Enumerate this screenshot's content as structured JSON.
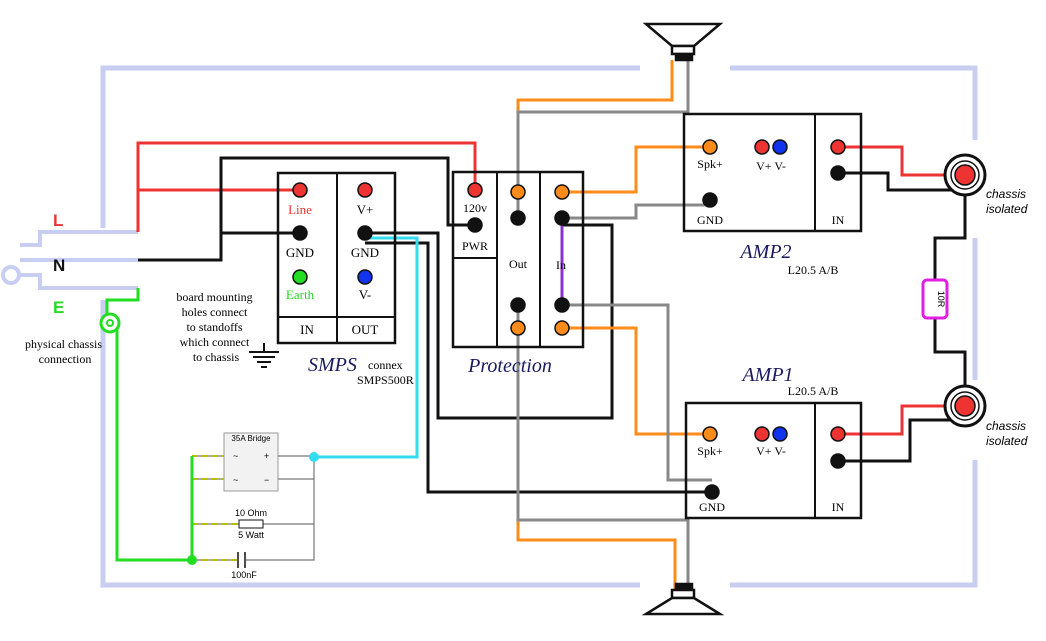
{
  "mains": {
    "line": "L",
    "neutral": "N",
    "earth": "E",
    "physical_chassis": [
      "physical chassis",
      "connection"
    ]
  },
  "smps": {
    "title": "SMPS",
    "brand": "connex",
    "model": "SMPS500R",
    "line": "Line",
    "gnd_in": "GND",
    "earth": "Earth",
    "in_label": "IN",
    "vplus": "V+",
    "gnd_out": "GND",
    "vminus": "V-",
    "out_label": "OUT"
  },
  "mounting_note": [
    "board mounting",
    "holes connect",
    "to standoffs",
    "which connect",
    "to chassis"
  ],
  "protection": {
    "title": "Protection",
    "v120": "120v",
    "pwr": "PWR",
    "out": "Out",
    "in": "In"
  },
  "amp2": {
    "title": "AMP2",
    "subtitle": "L20.5 A/B",
    "spk": "Spk+",
    "vpm": "V+ V-",
    "gnd": "GND",
    "in": "IN"
  },
  "amp1": {
    "title": "AMP1",
    "subtitle": "L20.5 A/B",
    "spk": "Spk+",
    "vpm": "V+ V-",
    "gnd": "GND",
    "in": "IN"
  },
  "jack_labels": [
    "chassis",
    "isolated"
  ],
  "resistor_10r": "10R",
  "ground_lift": {
    "bridge": "35A Bridge",
    "plus": "+",
    "minus": "−",
    "tilde": "~",
    "resistor_value": "10 Ohm",
    "resistor_power": "5 Watt",
    "capacitor": "100nF"
  },
  "colors": {
    "chassis": "#c8cdf2",
    "line": "#ee3333",
    "neutral": "#111111",
    "earth": "#22dd22",
    "speaker": "#ff8c1a",
    "speaker_return": "#888888",
    "signal": "#8833cc",
    "cyan": "#33ddee",
    "resistor": "#e020e0"
  }
}
